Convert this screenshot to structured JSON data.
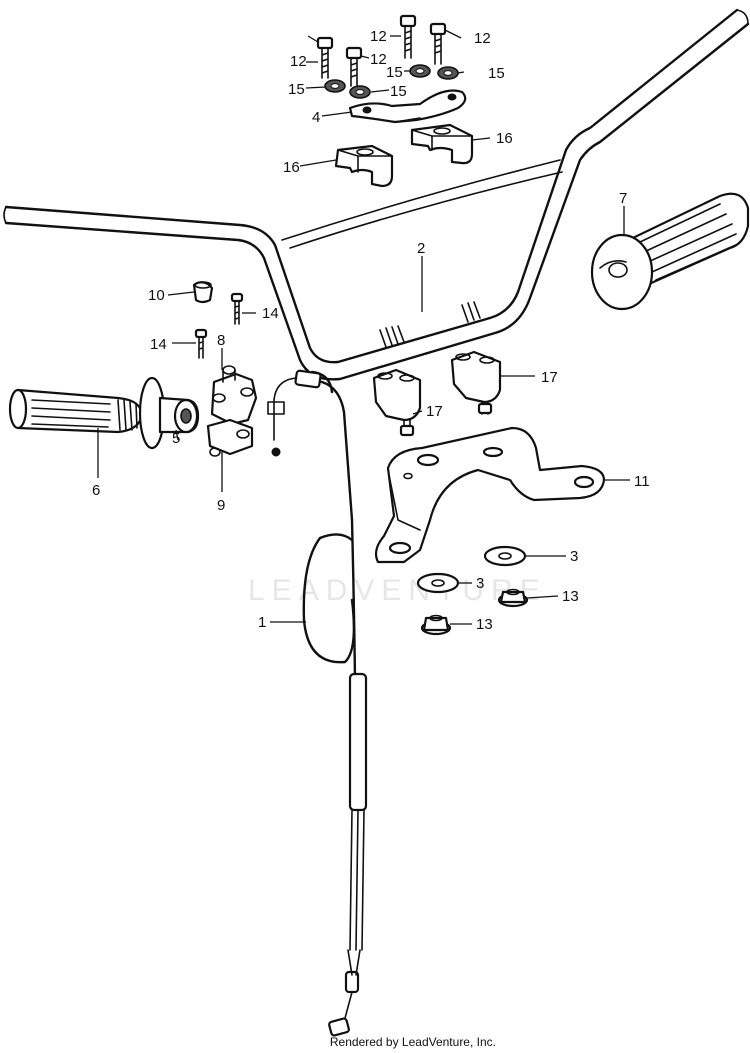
{
  "diagram": {
    "callouts": {
      "c1": "1",
      "c2": "2",
      "c3a": "3",
      "c3b": "3",
      "c4": "4",
      "c5": "5",
      "c6": "6",
      "c7": "7",
      "c8": "8",
      "c9": "9",
      "c10": "10",
      "c11": "11",
      "c12a": "12",
      "c12b": "12",
      "c12c": "12",
      "c12d": "12",
      "c13a": "13",
      "c13b": "13",
      "c14a": "14",
      "c14b": "14",
      "c15a": "15",
      "c15b": "15",
      "c15c": "15",
      "c15d": "15",
      "c16a": "16",
      "c16b": "16",
      "c17a": "17",
      "c17b": "17"
    },
    "watermark": "LEADVENTURE"
  },
  "footer": {
    "credit": "Rendered by LeadVenture, Inc."
  },
  "colors": {
    "line": "#111111",
    "background": "#ffffff",
    "watermark": "#c8c8c8"
  }
}
